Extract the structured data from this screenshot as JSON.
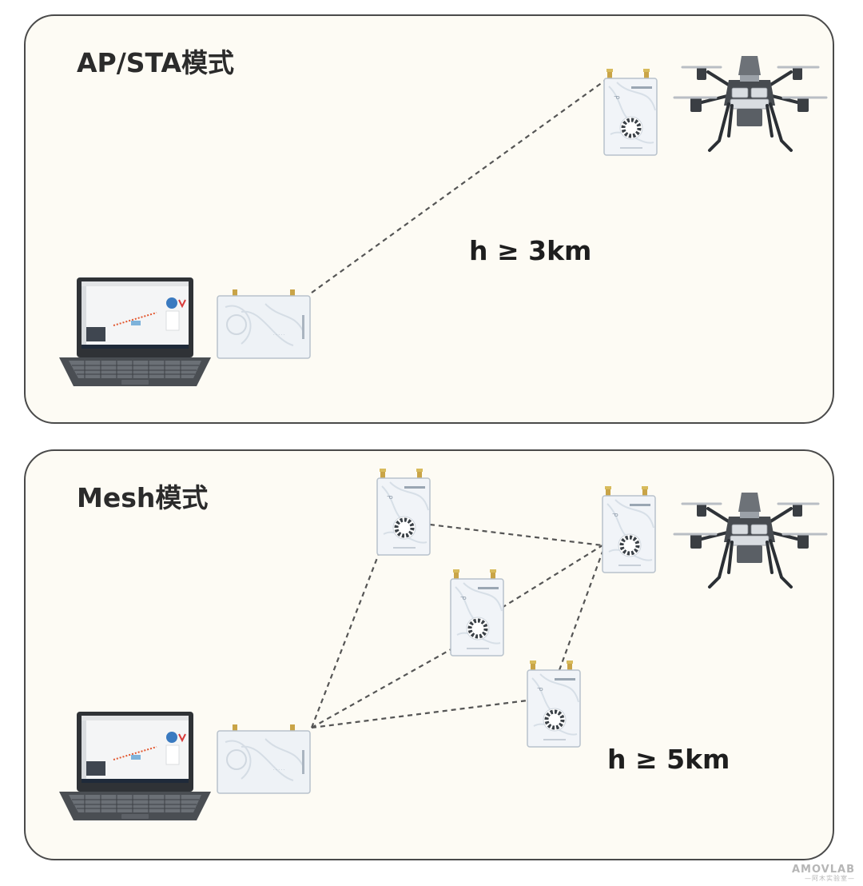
{
  "panels": [
    {
      "title": "AP/STA模式",
      "height_label": "h ≥ 3km"
    },
    {
      "title": "Mesh模式",
      "height_label": "h ≥ 5km"
    }
  ],
  "watermark": {
    "brand": "AMOVLAB",
    "sub": "—阿木实验室—"
  },
  "colors": {
    "link_line": "#555555",
    "panel_bg": "#fdfbf4",
    "panel_border": "#4a4a4a"
  }
}
